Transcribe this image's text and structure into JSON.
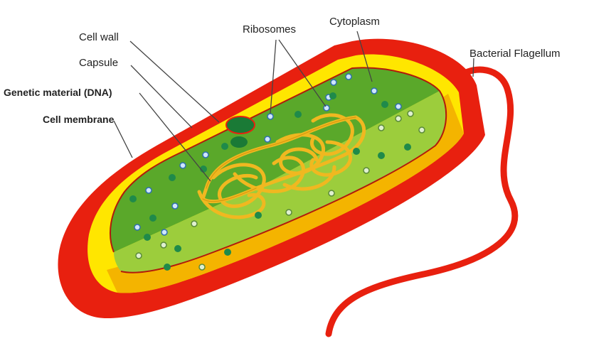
{
  "labels": {
    "cell_wall": "Cell wall",
    "capsule": "Capsule",
    "genetic_material": "Genetic material (DNA)",
    "cell_membrane": "Cell membrane",
    "ribosomes": "Ribosomes",
    "cytoplasm": "Cytoplasm",
    "flagellum": "Bacterial Flagellum"
  },
  "colors": {
    "capsule": "#e8200f",
    "cell_wall": "#ffe600",
    "cell_wall_shade": "#f4b400",
    "cytoplasm_top": "#5aa82a",
    "cytoplasm_bottom": "#9ccd3c",
    "dna": "#f0b820",
    "ribosome_blue": "#cfe6ff",
    "ribosome_dark": "#1f8a4a"
  }
}
